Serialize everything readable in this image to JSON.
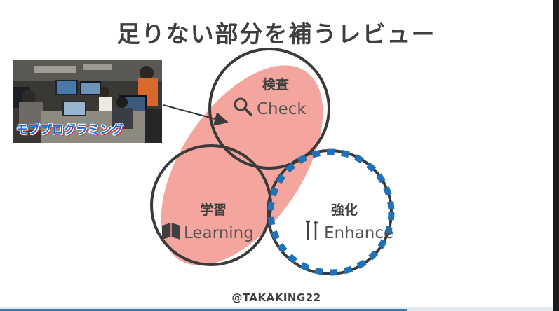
{
  "slide": {
    "title": "足りない部分を補うレビュー",
    "credit": "@TAKAKING22",
    "photo_caption": "モブプログラミング"
  },
  "circles": {
    "check": {
      "label_ja": "検査",
      "label_en": "Check",
      "icon": "magnifier-icon"
    },
    "learning": {
      "label_ja": "学習",
      "label_en": "Learning",
      "icon": "book-icon"
    },
    "enhance": {
      "label_ja": "強化",
      "label_en": "Enhance",
      "icon": "tools-icon"
    }
  },
  "colors": {
    "circle_stroke": "#3a3a3a",
    "highlight_fill": "#f2958c",
    "dotted_ring": "#1f72b8",
    "text": "#3f3f3f",
    "logo_blue": "#1f6ed4",
    "logo_red": "#e32c2c"
  }
}
